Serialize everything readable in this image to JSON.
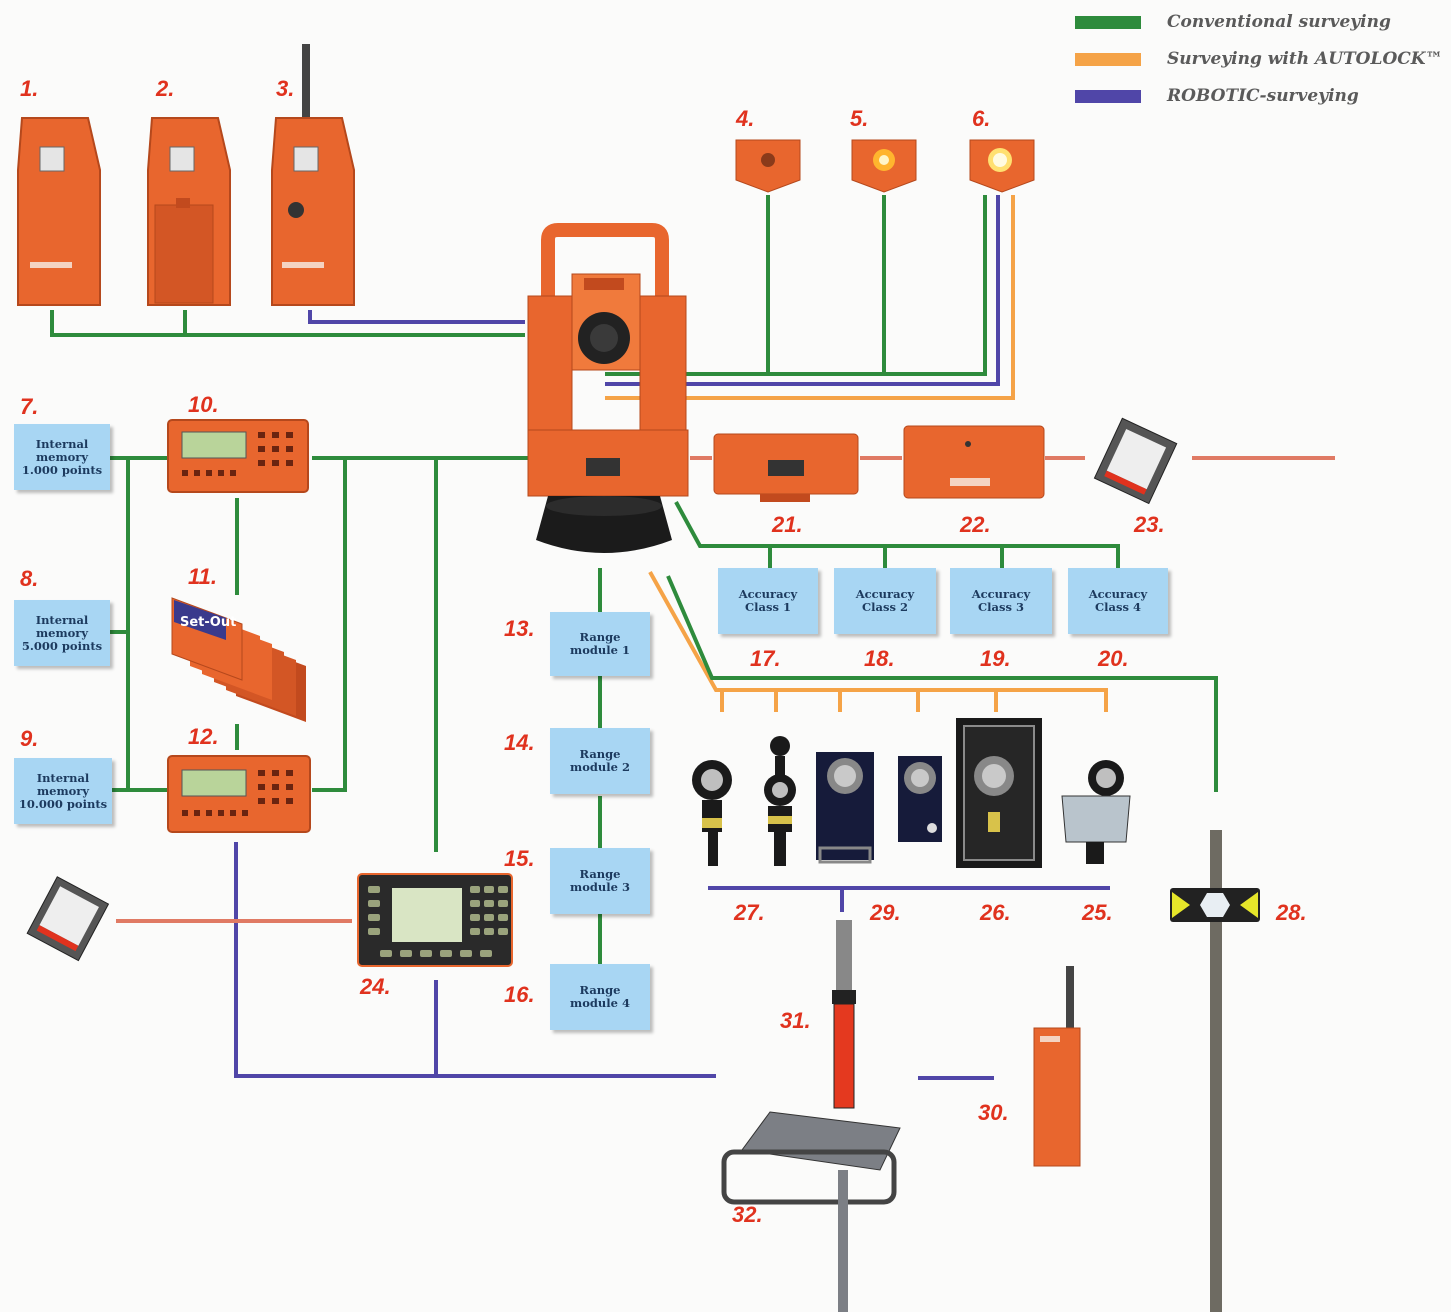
{
  "legend": [
    {
      "label": "Conventional surveying",
      "color": "#2e8b3c"
    },
    {
      "label": "Surveying with AUTOLOCK™",
      "color": "#f5a347"
    },
    {
      "label": "ROBOTIC-surveying",
      "color": "#5046a8"
    }
  ],
  "numbers": {
    "n1": "1.",
    "n2": "2.",
    "n3": "3.",
    "n4": "4.",
    "n5": "5.",
    "n6": "6.",
    "n7": "7.",
    "n8": "8.",
    "n9": "9.",
    "n10": "10.",
    "n11": "11.",
    "n12": "12.",
    "n13": "13.",
    "n14": "14.",
    "n15": "15.",
    "n16": "16.",
    "n17": "17.",
    "n18": "18.",
    "n19": "19.",
    "n20": "20.",
    "n21": "21.",
    "n22": "22.",
    "n23": "23.",
    "n24": "24.",
    "n25": "25.",
    "n26": "26.",
    "n27": "27.",
    "n28": "28.",
    "n29": "29.",
    "n30": "30.",
    "n31": "31.",
    "n32": "32."
  },
  "boxes": {
    "mem1": "Internal\nmemory\n1.000 points",
    "mem2": "Internal\nmemory\n5.000 points",
    "mem3": "Internal\nmemory\n10.000 points",
    "range1": "Range\nmodule 1",
    "range2": "Range\nmodule 2",
    "range3": "Range\nmodule 3",
    "range4": "Range\nmodule 4",
    "acc1": "Accuracy\nClass 1",
    "acc2": "Accuracy\nClass 2",
    "acc3": "Accuracy\nClass 3",
    "acc4": "Accuracy\nClass 4"
  },
  "card_label": "Set-Out",
  "colors": {
    "device_orange": "#e8662e",
    "number_red": "#e0321e",
    "box_blue": "#a8d6f3",
    "pc_card_line": "#e07a64"
  }
}
